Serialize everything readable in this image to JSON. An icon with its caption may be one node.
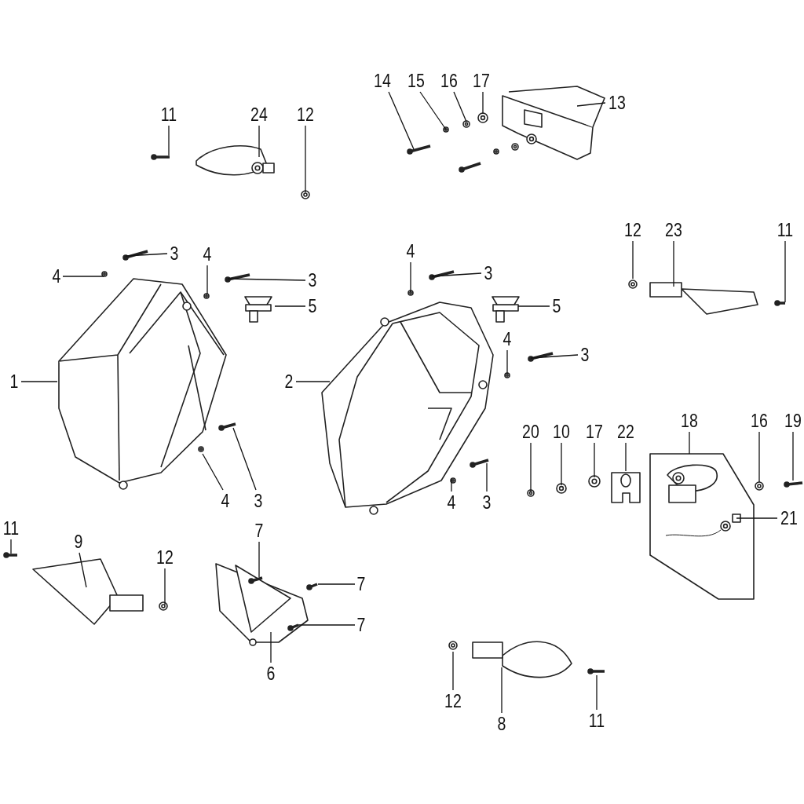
{
  "diagram": {
    "nodes": [
      {
        "text": [
          "14"
        ]
      },
      {
        "text": [
          "15"
        ]
      },
      {
        "text": [
          "16"
        ]
      },
      {
        "text": [
          "17"
        ]
      },
      {
        "text": [
          "13"
        ]
      },
      {
        "text": [
          "11"
        ]
      },
      {
        "text": [
          "24"
        ]
      },
      {
        "text": [
          "12"
        ]
      },
      {
        "text": [
          "12"
        ]
      },
      {
        "text": [
          "23"
        ]
      },
      {
        "text": [
          "11"
        ]
      },
      {
        "text": [
          "3"
        ]
      },
      {
        "text": [
          "4"
        ]
      },
      {
        "text": [
          "4"
        ]
      },
      {
        "text": [
          "3"
        ]
      },
      {
        "text": [
          "4"
        ]
      },
      {
        "text": [
          "3"
        ]
      },
      {
        "text": [
          "5"
        ]
      },
      {
        "text": [
          "5"
        ]
      },
      {
        "text": [
          "4"
        ]
      },
      {
        "text": [
          "3"
        ]
      },
      {
        "text": [
          "1"
        ]
      },
      {
        "text": [
          "2"
        ]
      },
      {
        "text": [
          "20"
        ]
      },
      {
        "text": [
          "10"
        ]
      },
      {
        "text": [
          "17"
        ]
      },
      {
        "text": [
          "22"
        ]
      },
      {
        "text": [
          "18"
        ]
      },
      {
        "text": [
          "16"
        ]
      },
      {
        "text": [
          "19"
        ]
      },
      {
        "text": [
          "4"
        ]
      },
      {
        "text": [
          "3"
        ]
      },
      {
        "text": [
          "4"
        ]
      },
      {
        "text": [
          "3"
        ]
      },
      {
        "text": [
          "21"
        ]
      },
      {
        "text": [
          "11"
        ]
      },
      {
        "text": [
          "9"
        ]
      },
      {
        "text": [
          "12"
        ]
      },
      {
        "text": [
          "7"
        ]
      },
      {
        "text": [
          "7"
        ]
      },
      {
        "text": [
          "7"
        ]
      },
      {
        "text": [
          "6"
        ]
      },
      {
        "text": [
          "12"
        ]
      },
      {
        "text": [
          "8"
        ]
      },
      {
        "text": [
          "11"
        ]
      }
    ],
    "edges": [
      {
        "from": 0,
        "to": null,
        "arrow": "none"
      },
      {
        "from": 1,
        "to": null,
        "arrow": "none"
      },
      {
        "from": 2,
        "to": null,
        "arrow": "none"
      },
      {
        "from": 3,
        "to": null,
        "arrow": "none"
      },
      {
        "from": 4,
        "to": null,
        "arrow": "none"
      },
      {
        "from": 5,
        "to": null,
        "arrow": "none"
      },
      {
        "from": 6,
        "to": null,
        "arrow": "none"
      },
      {
        "from": 7,
        "to": null,
        "arrow": "none"
      },
      {
        "from": 8,
        "to": null,
        "arrow": "none"
      },
      {
        "from": 9,
        "to": null,
        "arrow": "none"
      },
      {
        "from": 10,
        "to": null,
        "arrow": "none"
      },
      {
        "from": 11,
        "to": null,
        "arrow": "none"
      },
      {
        "from": 12,
        "to": null,
        "arrow": "none"
      },
      {
        "from": 13,
        "to": null,
        "arrow": "none"
      },
      {
        "from": 14,
        "to": null,
        "arrow": "none"
      },
      {
        "from": 15,
        "to": null,
        "arrow": "none"
      },
      {
        "from": 16,
        "to": null,
        "arrow": "none"
      },
      {
        "from": 17,
        "to": null,
        "arrow": "none"
      },
      {
        "from": 18,
        "to": null,
        "arrow": "none"
      },
      {
        "from": 19,
        "to": null,
        "arrow": "none"
      },
      {
        "from": 20,
        "to": null,
        "arrow": "none"
      },
      {
        "from": 21,
        "to": null,
        "arrow": "none"
      },
      {
        "from": 22,
        "to": null,
        "arrow": "none"
      },
      {
        "from": 23,
        "to": null,
        "arrow": "none"
      },
      {
        "from": 24,
        "to": null,
        "arrow": "none"
      },
      {
        "from": 25,
        "to": null,
        "arrow": "none"
      },
      {
        "from": 26,
        "to": null,
        "arrow": "none"
      },
      {
        "from": 27,
        "to": null,
        "arrow": "none"
      },
      {
        "from": 28,
        "to": null,
        "arrow": "none"
      },
      {
        "from": 29,
        "to": null,
        "arrow": "none"
      },
      {
        "from": 30,
        "to": null,
        "arrow": "none"
      },
      {
        "from": 31,
        "to": null,
        "arrow": "none"
      },
      {
        "from": 32,
        "to": null,
        "arrow": "none"
      },
      {
        "from": 33,
        "to": null,
        "arrow": "none"
      },
      {
        "from": 34,
        "to": null,
        "arrow": "none"
      },
      {
        "from": 35,
        "to": null,
        "arrow": "none"
      },
      {
        "from": 36,
        "to": null,
        "arrow": "none"
      },
      {
        "from": 37,
        "to": null,
        "arrow": "none"
      },
      {
        "from": 38,
        "to": null,
        "arrow": "none"
      },
      {
        "from": 39,
        "to": null,
        "arrow": "none"
      },
      {
        "from": 40,
        "to": null,
        "arrow": "none"
      },
      {
        "from": 41,
        "to": null,
        "arrow": "none"
      },
      {
        "from": 42,
        "to": null,
        "arrow": "none"
      },
      {
        "from": 43,
        "to": null,
        "arrow": "none"
      },
      {
        "from": 44,
        "to": null,
        "arrow": "none"
      }
    ]
  }
}
